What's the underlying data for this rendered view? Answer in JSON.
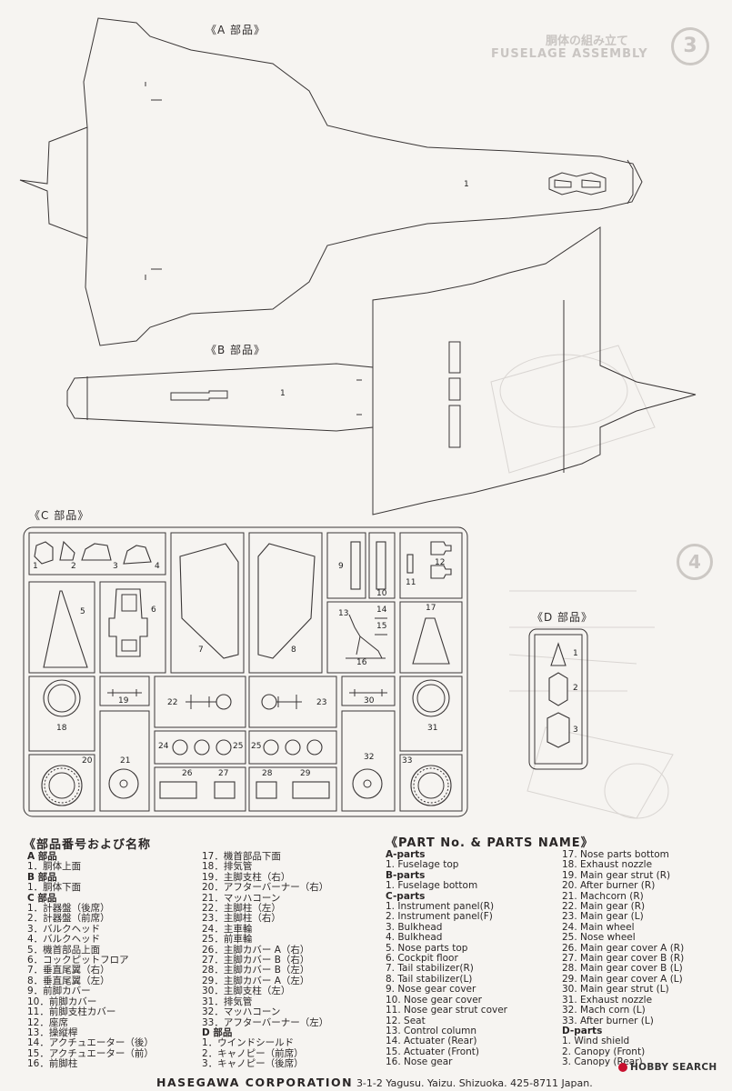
{
  "labels": {
    "a_parts": "《A 部品》",
    "b_parts": "《B 部品》",
    "c_parts": "《C 部品》",
    "d_parts": "《D 部品》",
    "part_one": "1"
  },
  "background_step": {
    "step3_number": "3",
    "step3_jp": "胴体の組み立て",
    "step3_en": "FUSELAGE ASSEMBLY",
    "step4_number": "4"
  },
  "c_numbers": [
    "1",
    "2",
    "3",
    "4",
    "5",
    "6",
    "7",
    "8",
    "9",
    "10",
    "11",
    "12",
    "13",
    "14",
    "15",
    "16",
    "17",
    "18",
    "19",
    "20",
    "21",
    "22",
    "23",
    "24",
    "25",
    "25",
    "26",
    "27",
    "28",
    "29",
    "30",
    "31",
    "32",
    "33"
  ],
  "d_numbers": [
    "1",
    "2",
    "3"
  ],
  "jp_list": {
    "title": "《部品番号および名称",
    "col1": [
      "A 部品",
      "1．胴体上面",
      "B 部品",
      "1．胴体下面",
      "C 部品",
      "1．計器盤（後席）",
      "2．計器盤（前席）",
      "3．バルクヘッド",
      "4．バルクヘッド",
      "5．機首部品上面",
      "6．コックピットフロア",
      "7．垂直尾翼（右）",
      "8．垂直尾翼（左）",
      "9．前脚カバー",
      "10．前脚カバー",
      "11．前脚支柱カバー",
      "12．座席",
      "13．操縦桿",
      "14．アクチュエーター（後）",
      "15．アクチュエーター（前）",
      "16．前脚柱"
    ],
    "col2": [
      "17．機首部品下面",
      "18．排気管",
      "19．主脚支柱（右）",
      "20．アフターバーナー（右）",
      "21．マッハコーン",
      "22．主脚柱（左）",
      "23．主脚柱（右）",
      "24．主車輪",
      "25．前車輪",
      "26．主脚カバー A（右）",
      "27．主脚カバー B（右）",
      "28．主脚カバー B（左）",
      "29．主脚カバー A（左）",
      "30．主脚支柱（左）",
      "31．排気管",
      "32．マッハコーン",
      "33．アフターバーナー（左）",
      "D 部品",
      "1．ウインドシールド",
      "2．キャノピー（前席）",
      "3．キャノピー（後席）"
    ]
  },
  "en_list": {
    "title": "《PART No. & PARTS NAME》",
    "col1": [
      "A-parts",
      "1. Fuselage top",
      "B-parts",
      "1. Fuselage bottom",
      "C-parts",
      "1. Instrument panel(R)",
      "2. Instrument panel(F)",
      "3. Bulkhead",
      "4. Bulkhead",
      "5. Nose parts top",
      "6. Cockpit floor",
      "7. Tail stabilizer(R)",
      "8. Tail stabilizer(L)",
      "9. Nose gear cover",
      "10. Nose gear cover",
      "11. Nose gear strut cover",
      "12. Seat",
      "13. Control column",
      "14. Actuater (Rear)",
      "15. Actuater (Front)",
      "16. Nose gear"
    ],
    "col2": [
      "17. Nose parts bottom",
      "18. Exhaust nozzle",
      "19. Main gear strut (R)",
      "20. After burner (R)",
      "21. Machcorn (R)",
      "22. Main gear (R)",
      "23. Main gear (L)",
      "24. Main wheel",
      "25. Nose wheel",
      "26. Main gear cover A (R)",
      "27. Main gear cover B (R)",
      "28. Main gear cover B (L)",
      "29. Main gear cover A (L)",
      "30. Main gear strut (L)",
      "31. Exhaust nozzle",
      "32. Mach corn (L)",
      "33. After burner (L)",
      "D-parts",
      "1. Wind shield",
      "2. Canopy (Front)",
      "3. Canopy (Rear)"
    ]
  },
  "footer": {
    "company": "HASEGAWA CORPORATION",
    "address": "3-1-2 Yagusu. Yaizu. Shizuoka. 425-8711 Japan."
  },
  "watermark": "HOBBY SEARCH"
}
